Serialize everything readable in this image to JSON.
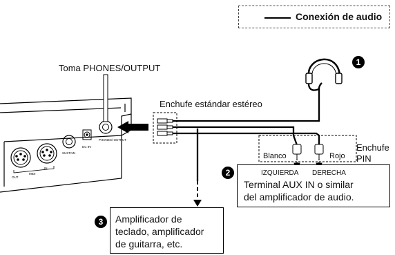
{
  "legend": {
    "label": "Conexión de audio"
  },
  "labels": {
    "toma": "Toma PHONES/OUTPUT",
    "enchufe_estandar": "Enchufe estándar estéreo",
    "enchufe_pin_line1": "Enchufe",
    "enchufe_pin_line2": "PIN",
    "blanco": "Blanco",
    "rojo": "Rojo",
    "izquierda": "IZQUIERDA",
    "derecha": "DERECHA"
  },
  "panel": {
    "out_label": "OUT",
    "midi_label": "MIDI",
    "in_label": "IN",
    "sustain_label": "SUSTAIN",
    "dc_label": "DC 9V",
    "phones_label": "PHONES/ OUTPUT"
  },
  "markers": {
    "one": "1",
    "two": "2",
    "three": "3"
  },
  "box_aux": {
    "line1": "Terminal AUX IN o similar",
    "line2": "del amplificador de audio."
  },
  "box_amp": {
    "line1": "Amplificador de",
    "line2": "teclado, amplificador",
    "line3": "de guitarra, etc."
  }
}
